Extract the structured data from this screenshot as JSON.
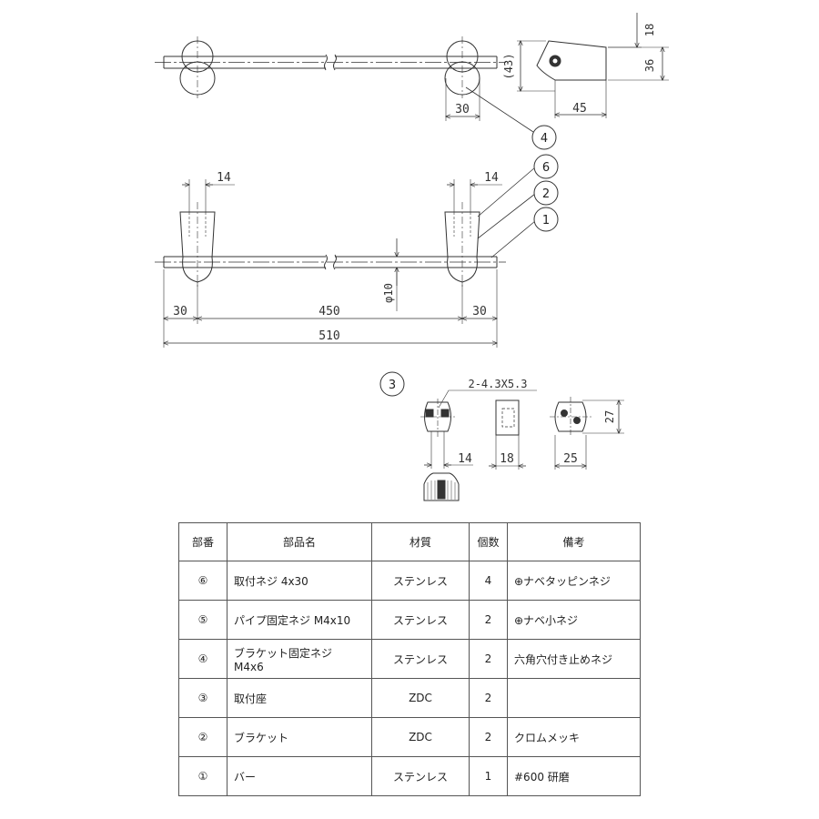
{
  "dimensions": {
    "top_bracket_width": "30",
    "side_height_paren": "(43)",
    "side_top_offset": "18",
    "side_height": "36",
    "side_depth": "45",
    "bracket_width_left": "14",
    "bracket_width_right": "14",
    "pipe_diameter": "φ10",
    "end_overhang_left": "30",
    "center_span": "450",
    "end_overhang_right": "30",
    "overall_length": "510",
    "mount_hole_spec": "2-4.3X5.3",
    "mount_width": "14",
    "mount_depth": "18",
    "mount_base_width": "25",
    "mount_height": "27"
  },
  "callouts": {
    "c4": "4",
    "c6": "6",
    "c2": "2",
    "c1": "1",
    "c3": "3"
  },
  "table": {
    "headers": {
      "no": "部番",
      "name": "部品名",
      "material": "材質",
      "qty": "個数",
      "note": "備考"
    },
    "rows": [
      {
        "no": "⑥",
        "name": "取付ネジ 4x30",
        "name2": "",
        "material": "ステンレス",
        "qty": "4",
        "note": "⊕ナベタッピンネジ"
      },
      {
        "no": "⑤",
        "name": "パイプ固定ネジ M4x10",
        "name2": "",
        "material": "ステンレス",
        "qty": "2",
        "note": "⊕ナベ小ネジ"
      },
      {
        "no": "④",
        "name": "ブラケット固定ネジ",
        "name2": "M4x6",
        "material": "ステンレス",
        "qty": "2",
        "note": "六角穴付き止めネジ"
      },
      {
        "no": "③",
        "name": "取付座",
        "name2": "",
        "material": "ZDC",
        "qty": "2",
        "note": ""
      },
      {
        "no": "②",
        "name": "ブラケット",
        "name2": "",
        "material": "ZDC",
        "qty": "2",
        "note": "クロムメッキ"
      },
      {
        "no": "①",
        "name": "バー",
        "name2": "",
        "material": "ステンレス",
        "qty": "1",
        "note": "#600 研磨"
      }
    ]
  }
}
